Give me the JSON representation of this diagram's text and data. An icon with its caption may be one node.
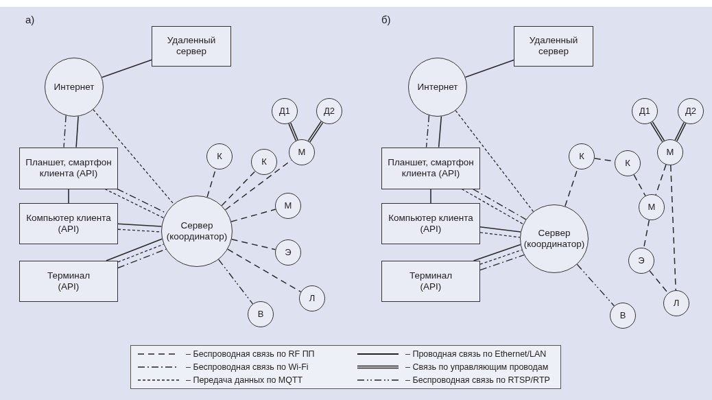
{
  "diagram": {
    "nodes": [
      {
        "text": [
          "Удаленный сервер"
        ]
      },
      {
        "text": [
          "Интернет"
        ]
      },
      {
        "text": [
          "Д1"
        ]
      },
      {
        "text": [
          "Д2"
        ]
      },
      {
        "text": [
          "К"
        ]
      },
      {
        "text": [
          "К"
        ]
      },
      {
        "text": [
          "М"
        ]
      },
      {
        "text": [
          "Планшет, смартфон клиента (API)"
        ]
      },
      {
        "text": [
          "Компьютер клиента (API)"
        ]
      },
      {
        "text": [
          "Сервер (координатор)"
        ]
      },
      {
        "text": [
          "М"
        ]
      },
      {
        "text": [
          "Э"
        ]
      },
      {
        "text": [
          "Терминал (API)"
        ]
      },
      {
        "text": [
          "Л"
        ]
      },
      {
        "text": [
          "В"
        ]
      },
      {
        "text": [
          "Удаленный сервер"
        ]
      },
      {
        "text": [
          "Интернет"
        ]
      },
      {
        "text": [
          "Д1"
        ]
      },
      {
        "text": [
          "Д2"
        ]
      },
      {
        "text": [
          "К"
        ]
      },
      {
        "text": [
          "К"
        ]
      },
      {
        "text": [
          "М"
        ]
      },
      {
        "text": [
          "Планшет, смартфон клиента (API)"
        ]
      },
      {
        "text": [
          "М"
        ]
      },
      {
        "text": [
          "Компьютер клиента (API)"
        ]
      },
      {
        "text": [
          "Сервер (координатор)"
        ]
      },
      {
        "text": [
          "Э"
        ]
      },
      {
        "text": [
          "Терминал (API)"
        ]
      },
      {
        "text": [
          "Л"
        ]
      },
      {
        "text": [
          "В"
        ]
      }
    ],
    "edges": [
      {
        "from": 1,
        "to": 0,
        "arrow": "none"
      },
      {
        "from": 1,
        "to": 7,
        "arrow": "none"
      },
      {
        "from": 1,
        "to": 7,
        "arrow": "none",
        "style": "dashed"
      },
      {
        "from": 1,
        "to": 9,
        "arrow": "none",
        "style": "dashed"
      },
      {
        "from": 7,
        "to": 9,
        "arrow": "none",
        "style": "dashed"
      },
      {
        "from": 7,
        "to": 9,
        "arrow": "none",
        "style": "dashed"
      },
      {
        "from": 7,
        "to": 8,
        "arrow": "none"
      },
      {
        "from": 8,
        "to": 9,
        "arrow": "none"
      },
      {
        "from": 8,
        "to": 9,
        "arrow": "none",
        "style": "dashed"
      },
      {
        "from": 12,
        "to": 9,
        "arrow": "none"
      },
      {
        "from": 12,
        "to": 9,
        "arrow": "none",
        "style": "dashed"
      },
      {
        "from": 12,
        "to": 9,
        "arrow": "none",
        "style": "dashed"
      },
      {
        "from": 9,
        "to": 4,
        "arrow": "none",
        "style": "dashed"
      },
      {
        "from": 9,
        "to": 5,
        "arrow": "none",
        "style": "dashed"
      },
      {
        "from": 9,
        "to": 6,
        "arrow": "none",
        "style": "dashed"
      },
      {
        "from": 9,
        "to": 10,
        "arrow": "none",
        "style": "dashed"
      },
      {
        "from": 9,
        "to": 11,
        "arrow": "none",
        "style": "dashed"
      },
      {
        "from": 9,
        "to": 13,
        "arrow": "none",
        "style": "dashed"
      },
      {
        "from": 9,
        "to": 14,
        "arrow": "none",
        "style": "dashed"
      },
      {
        "from": 6,
        "to": 2,
        "arrow": "none",
        "style": "thick"
      },
      {
        "from": 6,
        "to": 3,
        "arrow": "none",
        "style": "thick"
      },
      {
        "from": 16,
        "to": 15,
        "arrow": "none"
      },
      {
        "from": 16,
        "to": 22,
        "arrow": "none"
      },
      {
        "from": 16,
        "to": 22,
        "arrow": "none",
        "style": "dashed"
      },
      {
        "from": 16,
        "to": 25,
        "arrow": "none",
        "style": "dashed"
      },
      {
        "from": 22,
        "to": 25,
        "arrow": "none",
        "style": "dashed"
      },
      {
        "from": 22,
        "to": 25,
        "arrow": "none",
        "style": "dashed"
      },
      {
        "from": 22,
        "to": 24,
        "arrow": "none"
      },
      {
        "from": 24,
        "to": 25,
        "arrow": "none"
      },
      {
        "from": 24,
        "to": 25,
        "arrow": "none",
        "style": "dashed"
      },
      {
        "from": 27,
        "to": 25,
        "arrow": "none"
      },
      {
        "from": 27,
        "to": 25,
        "arrow": "none",
        "style": "dashed"
      },
      {
        "from": 27,
        "to": 25,
        "arrow": "none",
        "style": "dashed"
      },
      {
        "from": 25,
        "to": 19,
        "arrow": "none",
        "style": "dashed"
      },
      {
        "from": 19,
        "to": 20,
        "arrow": "none",
        "style": "dashed"
      },
      {
        "from": 20,
        "to": 23,
        "arrow": "none",
        "style": "dashed"
      },
      {
        "from": 21,
        "to": 23,
        "arrow": "none",
        "style": "dashed"
      },
      {
        "from": 21,
        "to": 28,
        "arrow": "none",
        "style": "dashed"
      },
      {
        "from": 23,
        "to": 26,
        "arrow": "none",
        "style": "dashed"
      },
      {
        "from": 26,
        "to": 28,
        "arrow": "none",
        "style": "dashed"
      },
      {
        "from": 25,
        "to": 29,
        "arrow": "none",
        "style": "dashed"
      },
      {
        "from": 21,
        "to": 17,
        "arrow": "none",
        "style": "thick"
      },
      {
        "from": 21,
        "to": 18,
        "arrow": "none",
        "style": "thick"
      }
    ],
    "labels": [
      "а)",
      "б)"
    ],
    "legend": [
      {
        "text": "– Беспроводная связь по RF ПП"
      },
      {
        "text": "– Проводная связь по Ethernet/LAN"
      },
      {
        "text": "– Беспроводная связь по Wi-Fi"
      },
      {
        "text": "– Связь по управляющим проводам"
      },
      {
        "text": "– Передача данных по MQTT"
      },
      {
        "text": "– Беспроводная связь по RTSP/RTP"
      }
    ]
  }
}
